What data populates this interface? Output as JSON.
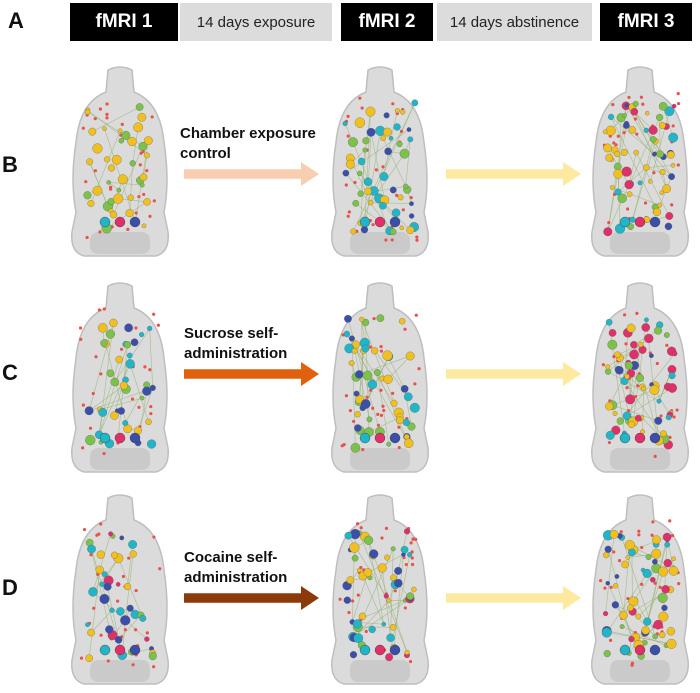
{
  "header": {
    "row_label": "A",
    "fmri1": "fMRI 1",
    "exposure": "14 days exposure",
    "fmri2": "fMRI 2",
    "abstinence": "14 days abstinence",
    "fmri3": "fMRI 3"
  },
  "rows": [
    {
      "label": "B",
      "condition_line1": "Chamber exposure",
      "condition_line2": "control",
      "arrow_color": "#f9cdb0"
    },
    {
      "label": "C",
      "condition_line1": "Sucrose self-",
      "condition_line2": "administration",
      "arrow_color": "#e0600e"
    },
    {
      "label": "D",
      "condition_line1": "Cocaine self-",
      "condition_line2": "administration",
      "arrow_color": "#8c3a0a"
    }
  ],
  "abstinence_arrow_color": "#fde9a0",
  "node_colors": {
    "red": "#e8524a",
    "yellow": "#f0c020",
    "green": "#7cc24a",
    "cyan": "#22b5c8",
    "blue": "#3b4fa8",
    "magenta": "#e0306a",
    "orange": "#f07a20"
  }
}
